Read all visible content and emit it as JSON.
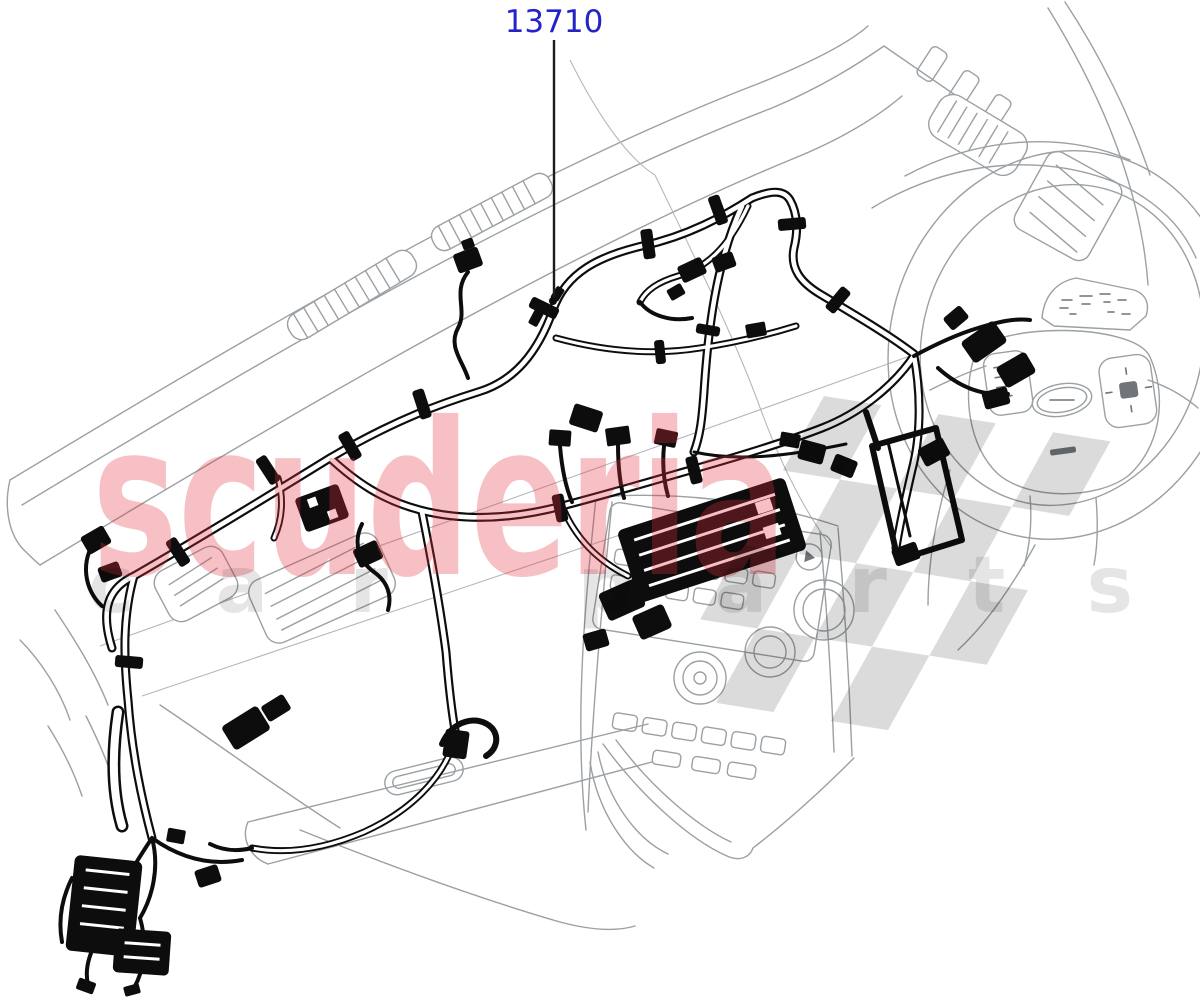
{
  "diagram": {
    "part_number": "13710"
  },
  "watermark": {
    "brand_text": "scuderia",
    "tagline_text": "car parts"
  },
  "colors": {
    "part_label_blue": "#2323c9",
    "watermark_pink": "rgba(226,45,60,0.30)",
    "watermark_gray": "rgba(0,0,0,0.10)",
    "checker_gray": "rgba(0,0,0,0.14)",
    "outline_gray": "#9aa0a4",
    "harness_black": "#0d0d0d",
    "background": "#ffffff"
  }
}
